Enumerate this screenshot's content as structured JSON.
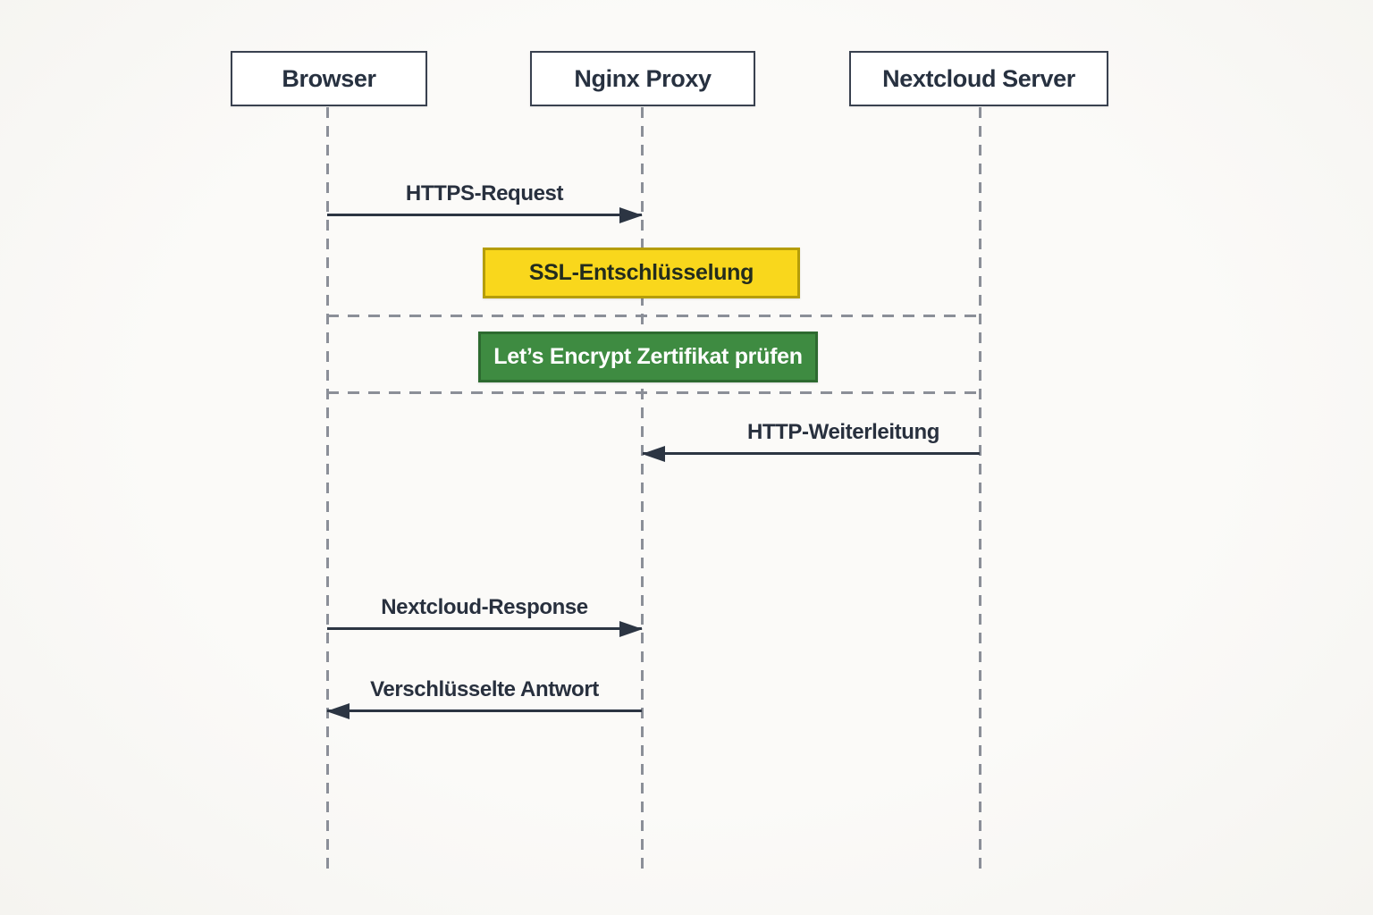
{
  "actors": [
    {
      "label": "Browser"
    },
    {
      "label": "Nginx Proxy"
    },
    {
      "label": "Nextcloud Server"
    }
  ],
  "messages": [
    {
      "label": "HTTPS-Request",
      "from": "Browser",
      "to": "Nginx Proxy",
      "direction": "right"
    },
    {
      "label": "HTTP-Weiterleitung",
      "from": "Nextcloud Server",
      "to": "Nginx Proxy",
      "direction": "left"
    },
    {
      "label": "Nextcloud-Response",
      "from": "Browser",
      "to": "Nginx Proxy",
      "direction": "right"
    },
    {
      "label": "Verschlüsselte Antwort",
      "from": "Nginx Proxy",
      "to": "Browser",
      "direction": "left"
    }
  ],
  "activities": [
    {
      "label": "SSL-Entschlüsselung",
      "fill": "#F9D71C",
      "border": "#B59D08",
      "text_color": "#232C1E"
    },
    {
      "label": "Let’s Encrypt Zertifikat prüfen",
      "fill": "#3E8B41",
      "border": "#2D6A30",
      "text_color": "#FFFFFF"
    }
  ],
  "colors": {
    "background": "#FBFAF7",
    "ink": "#2A3340",
    "actor_border": "#39414F",
    "lifeline": "#8B8F98",
    "arrow": "#2C3543"
  }
}
